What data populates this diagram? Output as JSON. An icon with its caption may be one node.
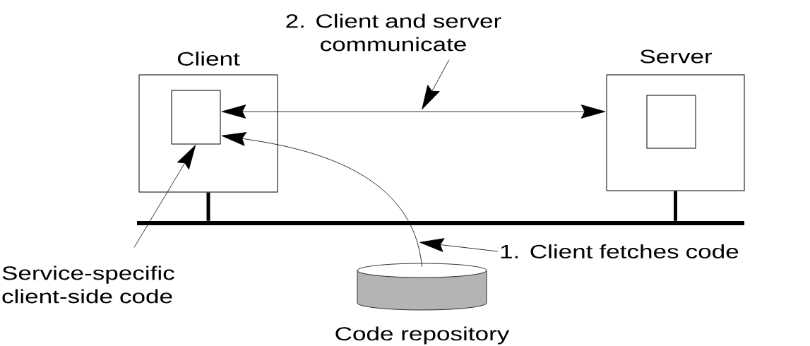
{
  "diagram": {
    "nodes": [
      {
        "text": [
          "Client"
        ]
      },
      {
        "text": [],
        "shape": "box",
        "in": 0
      },
      {
        "text": [
          "Server"
        ]
      },
      {
        "text": [],
        "shape": "box",
        "in": 2
      },
      {
        "text": [],
        "shape": "bar"
      },
      {
        "text": [
          "Code repository"
        ]
      },
      {
        "text": [
          "2. Client and server communicate"
        ]
      },
      {
        "text": [
          "1. Client fetches code"
        ]
      },
      {
        "text": [
          "Service-specific client-side code"
        ]
      }
    ],
    "edges": [
      {
        "from": 1,
        "to": 2,
        "arrow": "both"
      },
      {
        "from": 5,
        "to": 1,
        "arrow": "to"
      },
      {
        "from": 6,
        "to": null,
        "arrow": "to"
      },
      {
        "from": 7,
        "to": null,
        "arrow": "to"
      },
      {
        "from": 8,
        "to": 1,
        "arrow": "to"
      },
      {
        "from": 0,
        "to": 4,
        "arrow": "none",
        "style": "thick"
      },
      {
        "from": 2,
        "to": 4,
        "arrow": "none",
        "style": "thick"
      }
    ]
  }
}
